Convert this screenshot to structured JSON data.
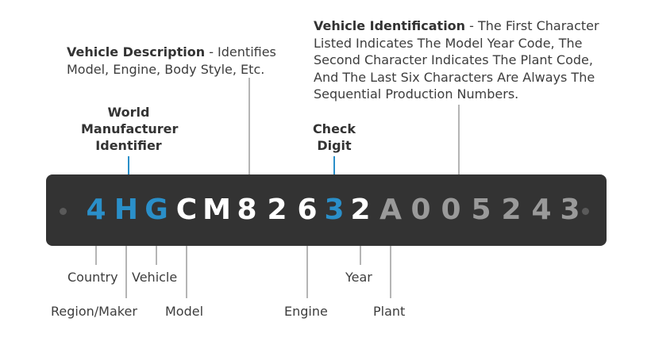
{
  "vin": {
    "characters": [
      "4",
      "H",
      "G",
      "C",
      "M",
      "8",
      "2",
      "6",
      "3",
      "2",
      "A",
      "0",
      "0",
      "5",
      "2",
      "4",
      "3"
    ]
  },
  "colors": {
    "plate": "#333333",
    "highlight_blue": "#2a8fc9",
    "bright_white": "#ffffff",
    "dim_gray": "#9a9a9a",
    "bracket_gray": "#b5b5b5",
    "text": "#3d3d3d"
  },
  "sections": {
    "wmi": {
      "title_line1": "World",
      "title_line2": "Manufacturer",
      "title_line3": "Identifier"
    },
    "vds": {
      "title": "Vehicle Description",
      "desc_line1": " - Identifies",
      "desc_line2": "Model, Engine, Body Style, Etc."
    },
    "check": {
      "title_line1": "Check",
      "title_line2": "Digit"
    },
    "vis": {
      "title": "Vehicle Identification",
      "desc_line1": " - The First Character",
      "desc_line2": "Listed Indicates The Model Year Code, The",
      "desc_line3": "Second Character Indicates The Plant Code,",
      "desc_line4": "And The Last Six Characters Are Always The",
      "desc_line5": "Sequential Production Numbers."
    }
  },
  "bottom_labels": {
    "country": "Country",
    "vehicle": "Vehicle",
    "region_maker": "Region/Maker",
    "model": "Model",
    "engine": "Engine",
    "year": "Year",
    "plant": "Plant"
  }
}
